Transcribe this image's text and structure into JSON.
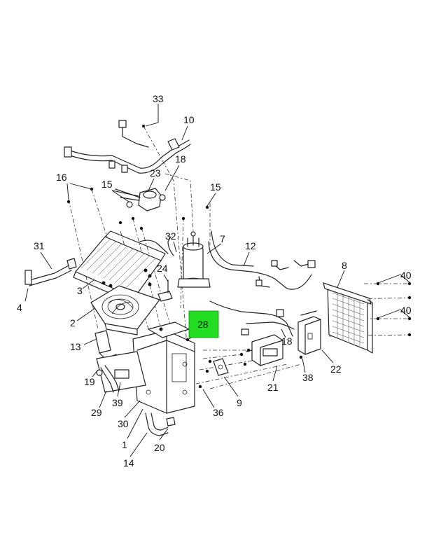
{
  "diagram": {
    "highlighted_callout": "28",
    "highlight_color": "#22dd22",
    "callouts": {
      "c33": "33",
      "c10": "10",
      "c16": "16",
      "c23": "23",
      "c18a": "18",
      "c15a": "15",
      "c15b": "15",
      "c31": "31",
      "c32": "32",
      "c7": "7",
      "c12": "12",
      "c24": "24",
      "c8": "8",
      "c40a": "40",
      "c40b": "40",
      "c3": "3",
      "c4": "4",
      "c2": "2",
      "c28": "28",
      "c13": "13",
      "c18b": "18",
      "c22": "22",
      "c38": "38",
      "c21": "21",
      "c19": "19",
      "c29": "29",
      "c39": "39",
      "c9": "9",
      "c36": "36",
      "c30": "30",
      "c1": "1",
      "c20": "20",
      "c14": "14"
    }
  }
}
